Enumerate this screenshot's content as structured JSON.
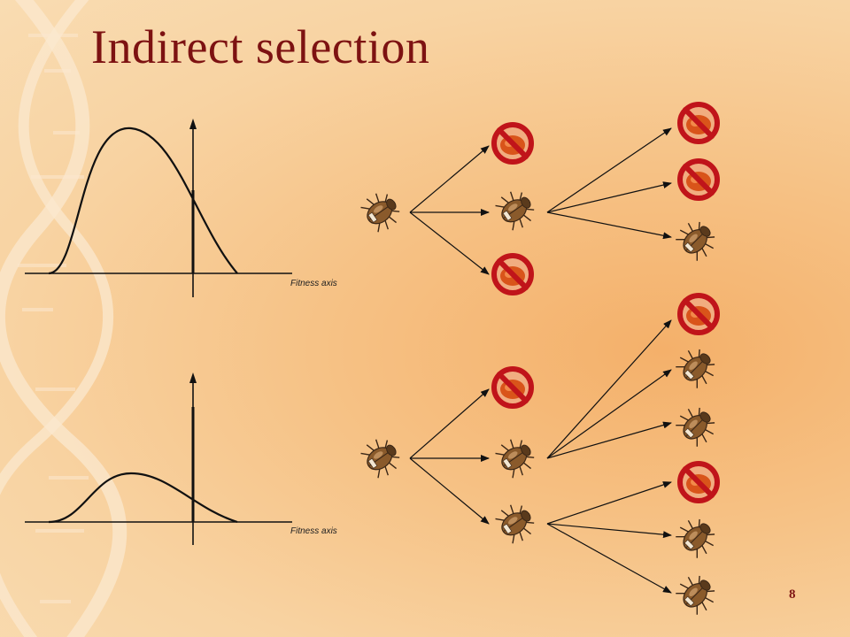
{
  "slide": {
    "title": "Indirect selection",
    "page_number": "8"
  },
  "graphs": [
    {
      "axis_label": "Fitness axis"
    },
    {
      "axis_label": "Fitness axis"
    }
  ],
  "colors": {
    "title": "#7d1212",
    "beetle_body": "#8a5a2b",
    "forbidden_ring": "#c0141a",
    "background": "#f6c184"
  },
  "icons": [
    "beetle-icon",
    "forbidden-beetle-icon"
  ]
}
